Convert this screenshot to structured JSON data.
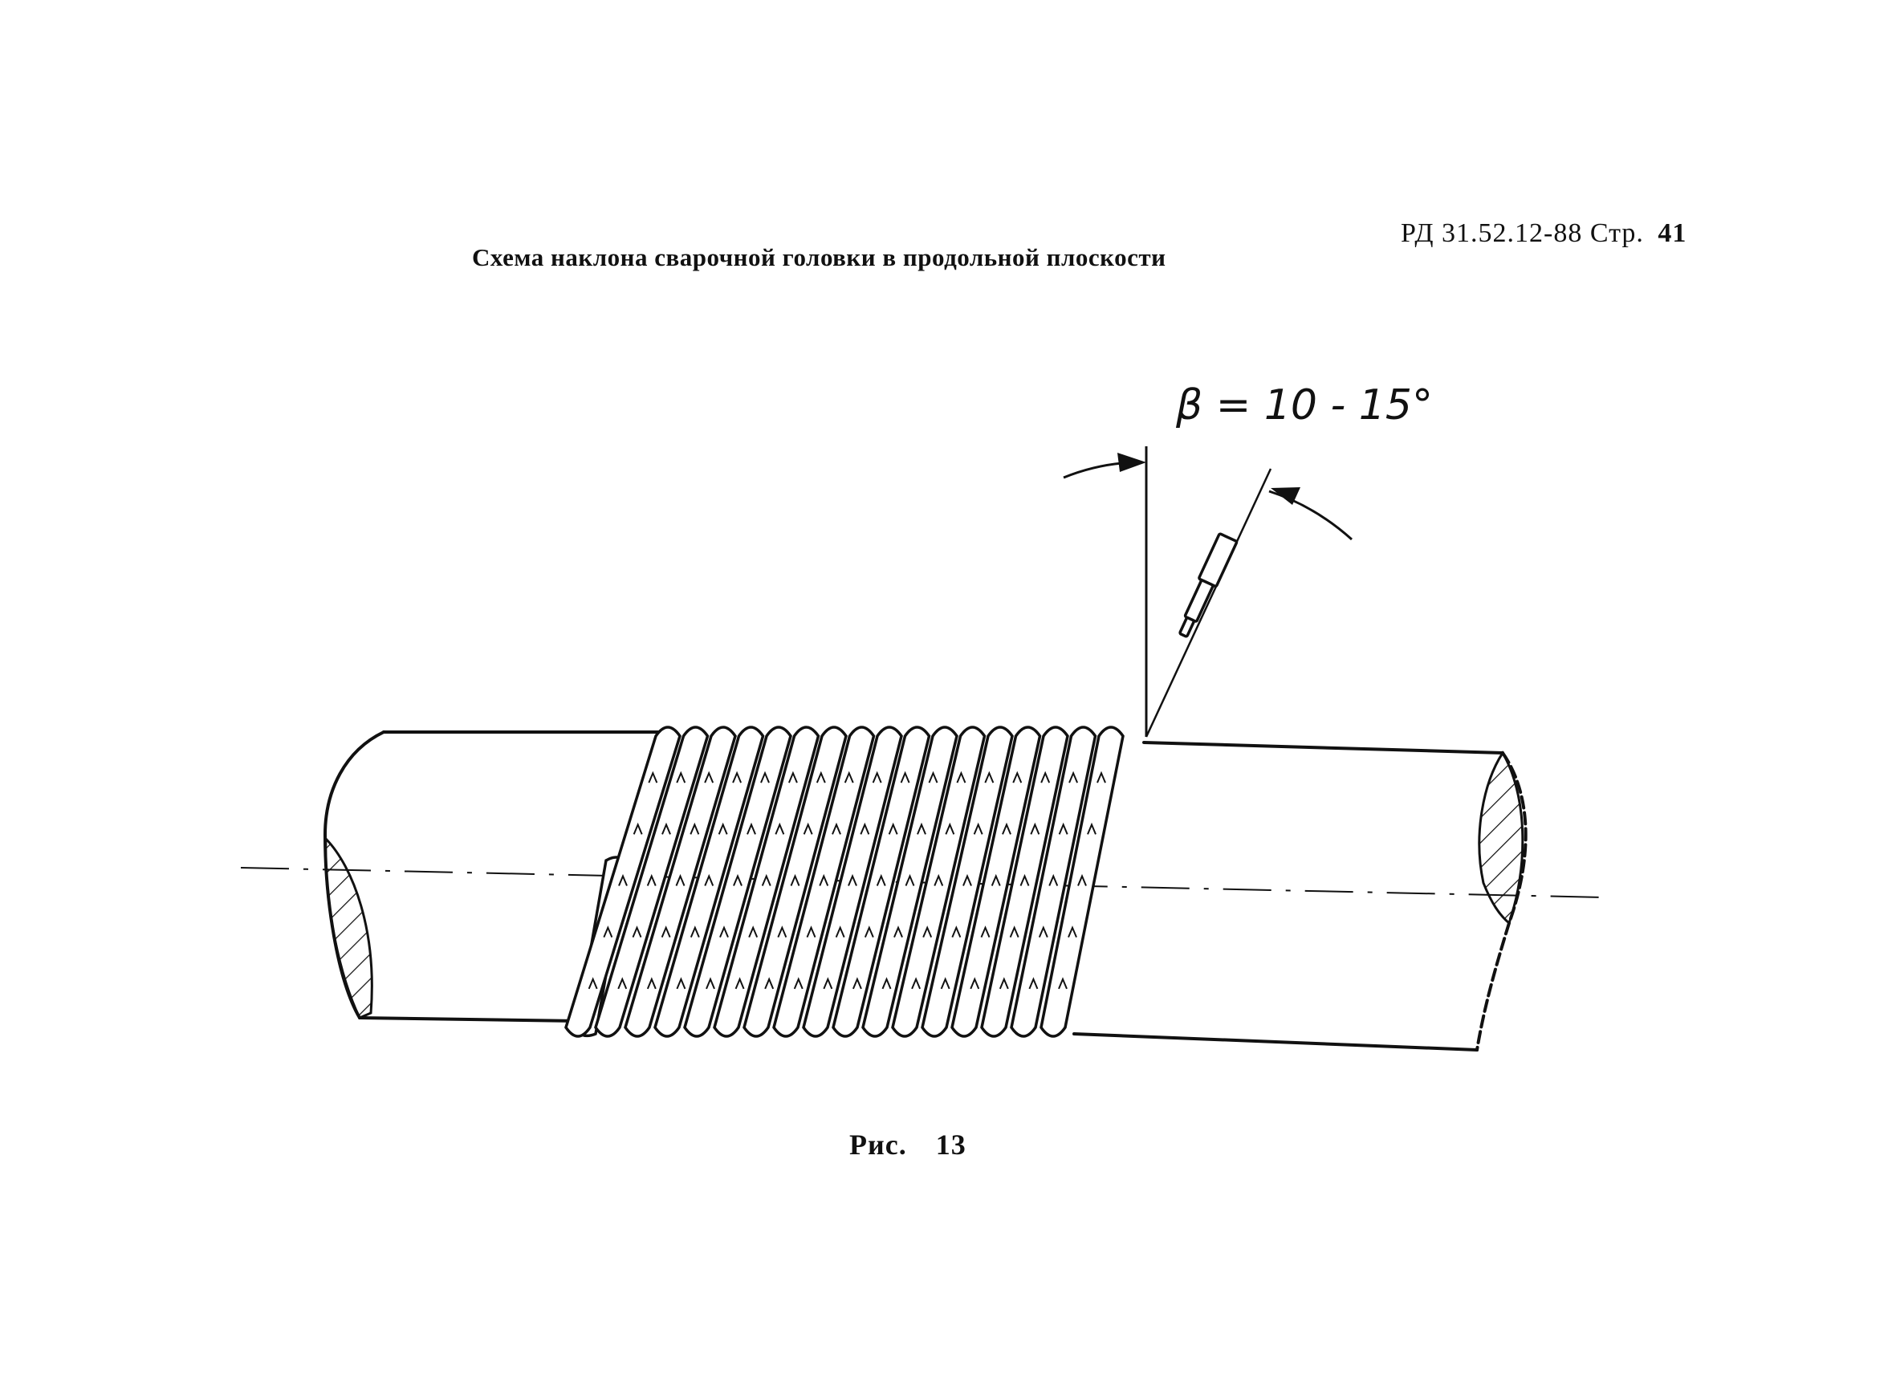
{
  "header": {
    "doc_code": "РД 31.52.12-88",
    "page_label": "Стр.",
    "page_number": "41"
  },
  "figure": {
    "title": "Схема наклона сварочной головки в продольной плоскости",
    "angle_label": "β = 10 - 15°",
    "caption_label": "Рис.",
    "caption_number": "13"
  },
  "drawing": {
    "bead_count": 17,
    "line_color": "#111111"
  }
}
